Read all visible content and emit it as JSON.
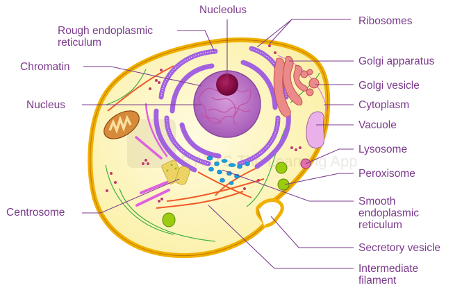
{
  "title": "Animal cell diagram",
  "watermark": "BYJU'S The Learning App",
  "colors": {
    "label_text": "#7b3a8c",
    "leader_line": "#7b3a8c",
    "membrane": "#f0b000",
    "membrane_edge": "#c07800",
    "cytoplasm": "#fdf6c0",
    "rough_er": "#a262e0",
    "nucleus": "#b36ac6",
    "nucleolus": "#8a0a4a",
    "golgi": "#ec8a8a",
    "vacuole": "#eab0ea",
    "lysosome": "#e070a8",
    "peroxisome": "#9ccc10",
    "smooth_er": "#18a0e0",
    "mitochondrion": "#d78a3a",
    "microtubule": "#e060e0",
    "intermediate_filament": "#f05a28",
    "actin": "#40b040",
    "centrosome": "#f0d060"
  },
  "labels": {
    "nucleolus": "Nucleolus",
    "rough_er": [
      "Rough endoplasmic",
      "reticulum"
    ],
    "chromatin": "Chromatin",
    "nucleus": "Nucleus",
    "centrosome": "Centrosome",
    "ribosomes": "Ribosomes",
    "golgi_apparatus": "Golgi apparatus",
    "golgi_vesicle": "Golgi vesicle",
    "cytoplasm": "Cytoplasm",
    "vacuole": "Vacuole",
    "lysosome": "Lysosome",
    "peroxisome": "Peroxisome",
    "smooth_er": [
      "Smooth",
      "endoplasmic",
      "reticulum"
    ],
    "secretory_vesicle": "Secretory vesicle",
    "intermediate_filament": [
      "Intermediate",
      "filament"
    ]
  }
}
